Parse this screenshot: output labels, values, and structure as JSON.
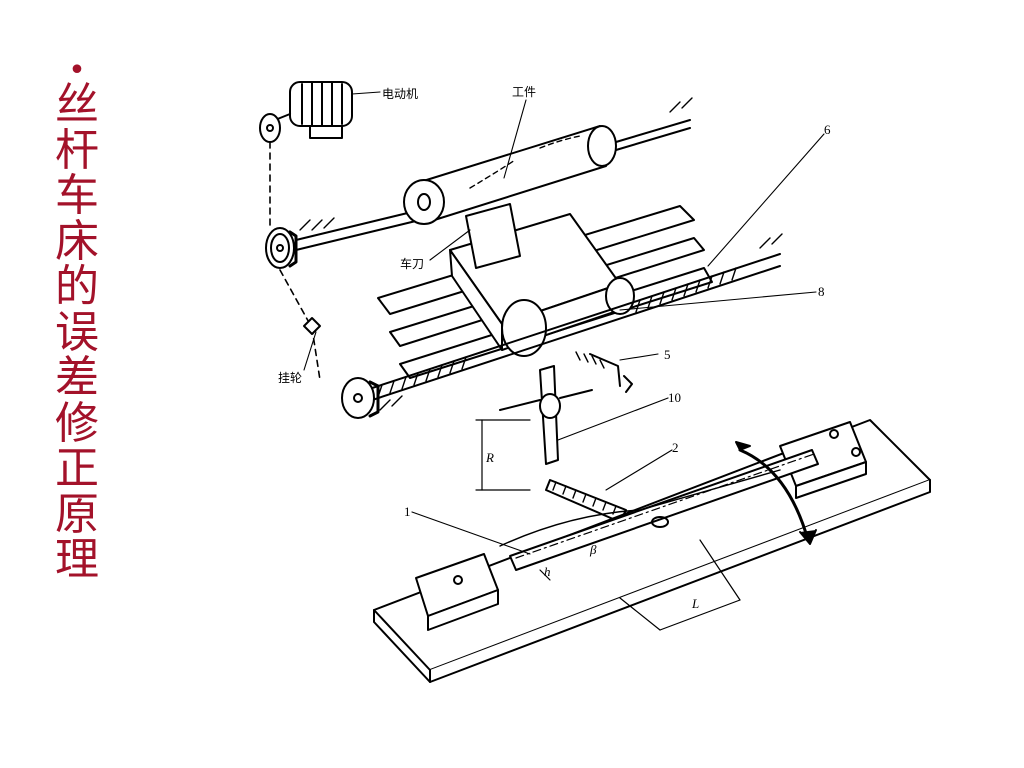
{
  "slide": {
    "bullet": "•",
    "title": "丝杆车床的误差修正原理",
    "title_color": "#a3122a"
  },
  "diagram": {
    "labels": {
      "motor": "电动机",
      "workpiece": "工件",
      "tool": "车刀",
      "change_gear": "挂轮",
      "n6": "6",
      "n8": "8",
      "n5": "5",
      "n10": "10",
      "n2": "2",
      "n1": "1",
      "R": "R",
      "h": "h",
      "beta": "β",
      "L": "L"
    }
  }
}
